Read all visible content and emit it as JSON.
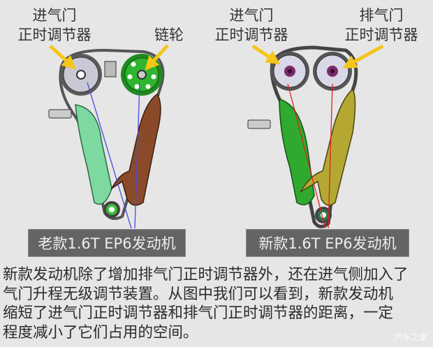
{
  "left_diagram": {
    "intake_label": {
      "line1": "进气门",
      "line2": "正时调节器"
    },
    "sprocket_label": "链轮",
    "engine_label": "老款1.6T EP6发动机",
    "guide_line_color": "#4a4ae0"
  },
  "right_diagram": {
    "intake_label": {
      "line1": "进气门",
      "line2": "正时调节器"
    },
    "exhaust_label": {
      "line1": "排气门",
      "line2": "正时调节器"
    },
    "engine_label": "新款1.6T EP6发动机",
    "guide_line_color": "#e02020"
  },
  "arrow_color": "#f5c518",
  "description": {
    "lines": [
      "新款发动机除了增加排气门正时调节器外，还在进气侧加入了",
      "气门升程无级调节装置。从图中我们可以看到，新款发动机",
      "缩短了进气门正时调节器和排气门正时调节器的距离，一定",
      "程度减小了它们占用的空间。"
    ]
  },
  "watermark": "汽车之家"
}
